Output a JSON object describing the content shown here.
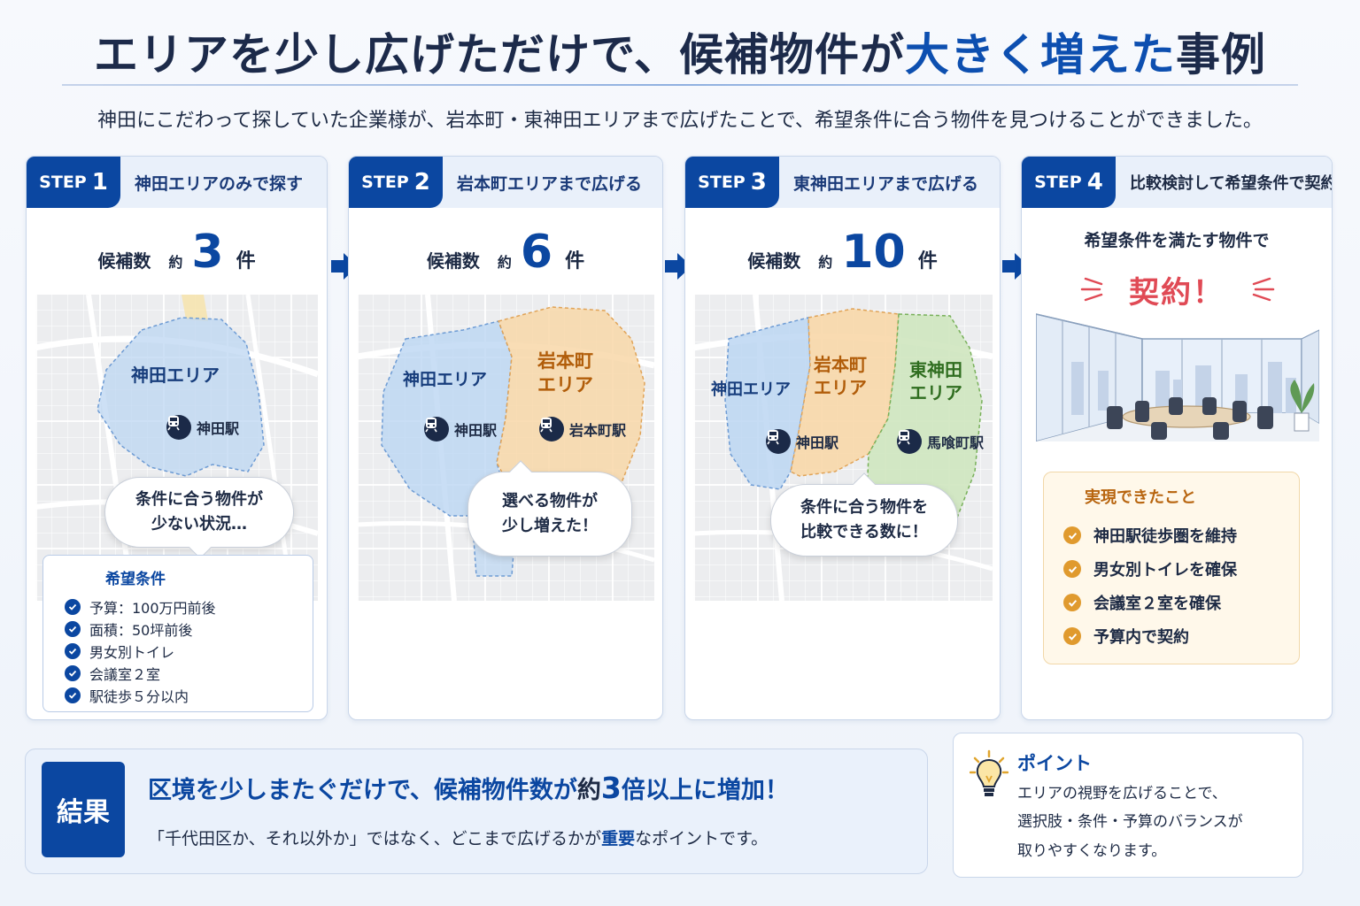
{
  "title": {
    "part1": "エリアを少し広げただけで、候補物件が",
    "highlight": "大きく増えた",
    "part2": "事例"
  },
  "subtitle": "神田にこだわって探していた企業様が、岩本町・東神田エリアまで広げたことで、希望条件に合う物件を見つけることができました。",
  "colors": {
    "primary": "#0b47a1",
    "kanda_area": "#bcd6f2",
    "iwamotocho_area": "#f8d7a8",
    "higashikanda_area": "#cfe6bf",
    "contract": "#e04a55",
    "achieve_accent": "#e09a2e"
  },
  "steps": [
    {
      "step_word": "STEP",
      "step_num": "1",
      "title": "神田エリアのみで探す",
      "count_label": "候補数",
      "count_prefix": "約",
      "count_value": "3",
      "count_unit": "件",
      "areas": [
        {
          "label": "神田エリア"
        }
      ],
      "stations": [
        "神田駅"
      ],
      "bubble_line1": "条件に合う物件が",
      "bubble_line2": "少ない状況…",
      "conditions_title": "希望条件",
      "conditions": [
        "予算：100万円前後",
        "面積：50坪前後",
        "男女別トイレ",
        "会議室２室",
        "駅徒歩５分以内"
      ]
    },
    {
      "step_word": "STEP",
      "step_num": "2",
      "title": "岩本町エリアまで広げる",
      "count_label": "候補数",
      "count_prefix": "約",
      "count_value": "6",
      "count_unit": "件",
      "areas": [
        {
          "label": "神田エリア"
        },
        {
          "label_line1": "岩本町",
          "label_line2": "エリア"
        }
      ],
      "stations": [
        "神田駅",
        "岩本町駅"
      ],
      "bubble_line1": "選べる物件が",
      "bubble_line2": "少し増えた！"
    },
    {
      "step_word": "STEP",
      "step_num": "3",
      "title": "東神田エリアまで広げる",
      "count_label": "候補数",
      "count_prefix": "約",
      "count_value": "10",
      "count_unit": "件",
      "areas": [
        {
          "label": "神田エリア"
        },
        {
          "label_line1": "岩本町",
          "label_line2": "エリア"
        },
        {
          "label_line1": "東神田",
          "label_line2": "エリア"
        }
      ],
      "stations": [
        "神田駅",
        "馬喰町駅"
      ],
      "bubble_line1": "条件に合う物件を",
      "bubble_line2": "比較できる数に！"
    },
    {
      "step_word": "STEP",
      "step_num": "4",
      "title": "比較検討して希望条件で契約",
      "lead": "希望条件を満たす物件で",
      "contract": "契約！",
      "achieve_title": "実現できたこと",
      "achievements": [
        "神田駅徒歩圏を維持",
        "男女別トイレを確保",
        "会議室２室を確保",
        "予算内で契約"
      ]
    }
  ],
  "result": {
    "badge": "結果",
    "main_part1": "区境を少しまたぐだけで、候補物件数が",
    "main_prefix": "約",
    "main_num": "3",
    "main_hl": "倍以上",
    "main_part2": "に増加！",
    "sub_part1": "「千代田区か、それ以外か」ではなく、どこまで広げるかが",
    "sub_em": "重要",
    "sub_part2": "なポイントです。"
  },
  "point": {
    "title": "ポイント",
    "line1": "エリアの視野を広げることで、",
    "line2": "選択肢・条件・予算のバランスが",
    "line3": "取りやすくなります。"
  }
}
